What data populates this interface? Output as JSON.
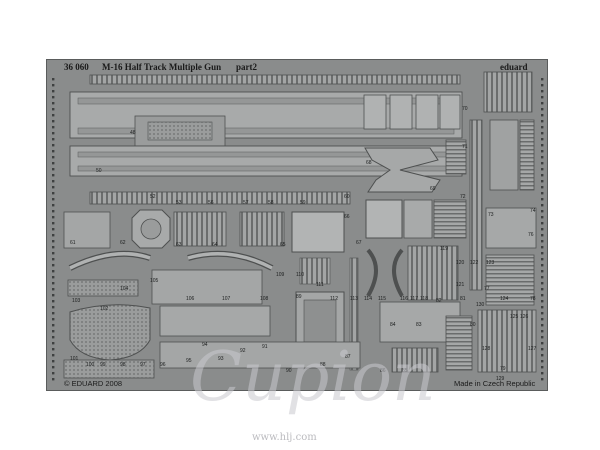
{
  "sheet": {
    "product_code": "36 060",
    "title": "M-16 Half Track Multiple Gun",
    "part": "part2",
    "brand": "eduard",
    "copyright": "© EDUARD 2008",
    "origin": "Made in Czech Republic"
  },
  "watermark": {
    "script": "Cupion",
    "url": "www.hlj.com"
  },
  "part_numbers": [
    "48",
    "50",
    "52",
    "53",
    "56",
    "57",
    "58",
    "59",
    "60",
    "61",
    "62",
    "63",
    "64",
    "65",
    "66",
    "67",
    "68",
    "69",
    "70",
    "71",
    "72",
    "73",
    "74",
    "76",
    "77",
    "78",
    "79",
    "80",
    "81",
    "82",
    "83",
    "84",
    "85",
    "86",
    "87",
    "88",
    "89",
    "90",
    "91",
    "92",
    "93",
    "94",
    "95",
    "96",
    "97",
    "98",
    "99",
    "100",
    "101",
    "102",
    "103",
    "104",
    "105",
    "106",
    "107",
    "108",
    "109",
    "110",
    "111",
    "112",
    "113",
    "114",
    "115",
    "116",
    "117",
    "118",
    "119",
    "120",
    "121",
    "122",
    "123",
    "124",
    "125",
    "126",
    "127",
    "128",
    "129",
    "130"
  ]
}
